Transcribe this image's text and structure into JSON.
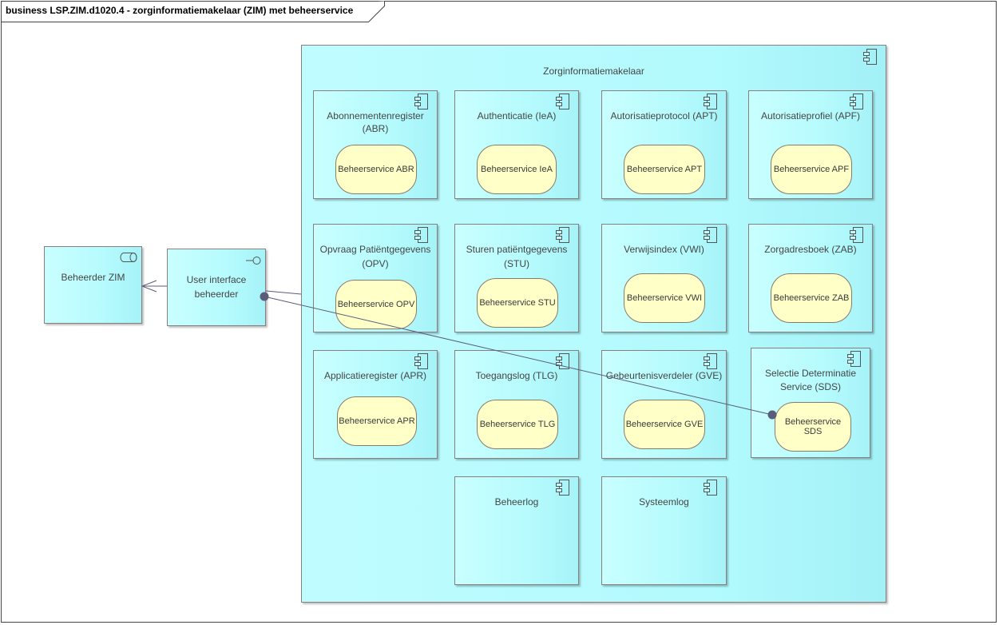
{
  "diagram": {
    "title": "business LSP.ZIM.d1020.4 - zorginformatiemakelaar (ZIM) met beheerservice"
  },
  "container": {
    "label": "Zorginformatiemakelaar"
  },
  "actor": {
    "label": "Beheerder ZIM"
  },
  "interface": {
    "label_line1": "User interface",
    "label_line2": "beheerder"
  },
  "components": [
    {
      "line1": "Abonnementenregister (ABR)",
      "line2": "",
      "service": "Beheerservice ABR"
    },
    {
      "line1": "Authenticatie (IeA)",
      "line2": "",
      "service": "Beheerservice IeA"
    },
    {
      "line1": "Autorisatieprotocol (APT)",
      "line2": "",
      "service": "Beheerservice APT"
    },
    {
      "line1": "Autorisatieprofiel (APF)",
      "line2": "",
      "service": "Beheerservice APF"
    },
    {
      "line1": "Opvraag Patiëntgegevens",
      "line2": "(OPV)",
      "service": "Beheerservice OPV"
    },
    {
      "line1": "Sturen patiëntgegevens",
      "line2": "(STU)",
      "service": "Beheerservice STU"
    },
    {
      "line1": "Verwijsindex (VWI)",
      "line2": "",
      "service": "Beheerservice VWI"
    },
    {
      "line1": "Zorgadresboek (ZAB)",
      "line2": "",
      "service": "Beheerservice ZAB"
    },
    {
      "line1": "Applicatieregister (APR)",
      "line2": "",
      "service": "Beheerservice APR"
    },
    {
      "line1": "Toegangslog (TLG)",
      "line2": "",
      "service": "Beheerservice TLG"
    },
    {
      "line1": "Gebeurtenisverdeler (GVE)",
      "line2": "",
      "service": "Beheerservice GVE"
    },
    {
      "line1": "Selectie Determinatie",
      "line2": "Service (SDS)",
      "service": "Beheerservice SDS"
    },
    {
      "line1": "Beheerlog",
      "line2": "",
      "service": ""
    },
    {
      "line1": "Systeemlog",
      "line2": "",
      "service": ""
    }
  ],
  "colors": {
    "component_fill": "#b6fbfd",
    "service_fill": "#ffffc8",
    "border": "#8a7f7f",
    "connector": "#5a5d7a"
  }
}
